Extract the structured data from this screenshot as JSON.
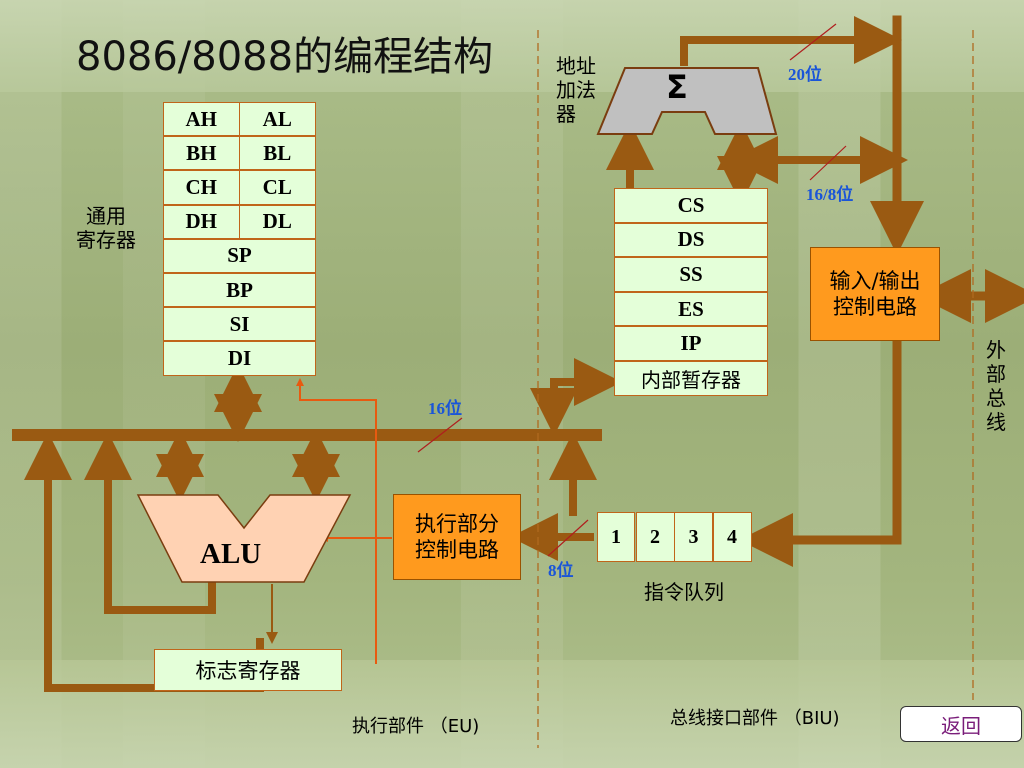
{
  "title": "8086/8088的编程结构",
  "general_registers": {
    "label": "通用\n寄存器",
    "pairs": [
      [
        "AH",
        "AL"
      ],
      [
        "BH",
        "BL"
      ],
      [
        "CH",
        "CL"
      ],
      [
        "DH",
        "DL"
      ]
    ],
    "singles": [
      "SP",
      "BP",
      "SI",
      "DI"
    ]
  },
  "segment_registers": [
    "CS",
    "DS",
    "SS",
    "ES",
    "IP",
    "内部暂存器"
  ],
  "address_adder": {
    "label": "地址\n加法\n器",
    "symbol": "Σ"
  },
  "widths": {
    "w20": "20位",
    "w16_8": "16/8位",
    "w16": "16位",
    "w8": "8位"
  },
  "io_control": "输入/输出\n控制电路",
  "external_bus": "外\n部\n总\n线",
  "alu": "ALU",
  "exec_control": "执行部分\n控制电路",
  "instruction_queue": {
    "cells": [
      "1",
      "2",
      "3",
      "4"
    ],
    "label": "指令队列"
  },
  "flags_register": "标志寄存器",
  "eu_label": "执行部件 （EU)",
  "biu_label": "总线接口部件 （BIU)",
  "back_button": "返回",
  "colors": {
    "bus": "#9a5a12",
    "box_fill": "#e4ffd9",
    "control": "#ff9a1e",
    "thin_line": "#e85a10",
    "width_text": "#1a55d8"
  }
}
